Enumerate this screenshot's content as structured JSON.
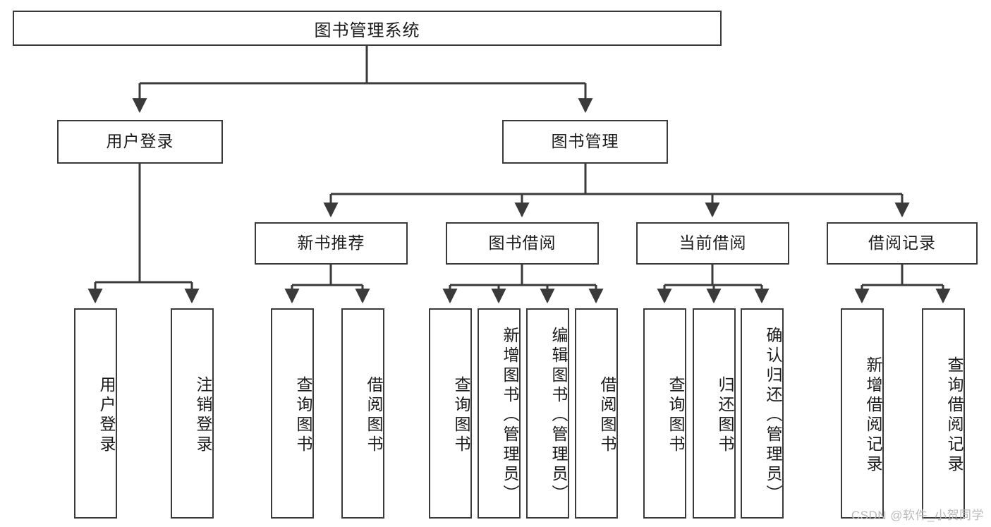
{
  "diagram": {
    "title": "图书管理系统",
    "type": "tree",
    "root": {
      "label": "图书管理系统"
    },
    "level2": [
      {
        "label": "用户登录"
      },
      {
        "label": "图书管理"
      }
    ],
    "level3": [
      {
        "label": "新书推荐"
      },
      {
        "label": "图书借阅"
      },
      {
        "label": "当前借阅"
      },
      {
        "label": "借阅记录"
      }
    ],
    "leaves": {
      "user_login": [
        {
          "label": "用户登录"
        },
        {
          "label": "注销登录"
        }
      ],
      "new_book_recommend": [
        {
          "label": "查询图书"
        },
        {
          "label": "借阅图书"
        }
      ],
      "book_borrow": [
        {
          "label": "查询图书"
        },
        {
          "label": "新增图书（管理员）"
        },
        {
          "label": "编辑图书（管理员）"
        },
        {
          "label": "借阅图书"
        }
      ],
      "current_borrow": [
        {
          "label": "查询图书"
        },
        {
          "label": "归还图书"
        },
        {
          "label": "确认归还（管理员）"
        }
      ],
      "borrow_record": [
        {
          "label": "新增借阅记录"
        },
        {
          "label": "查询借阅记录"
        }
      ]
    }
  },
  "watermark": {
    "text": "CSDN @软件_小贺同学"
  },
  "colors": {
    "stroke": "#3a3a3a",
    "fill": "#ffffff",
    "text": "#1b1b1b",
    "watermark": "#b9b9b9"
  }
}
